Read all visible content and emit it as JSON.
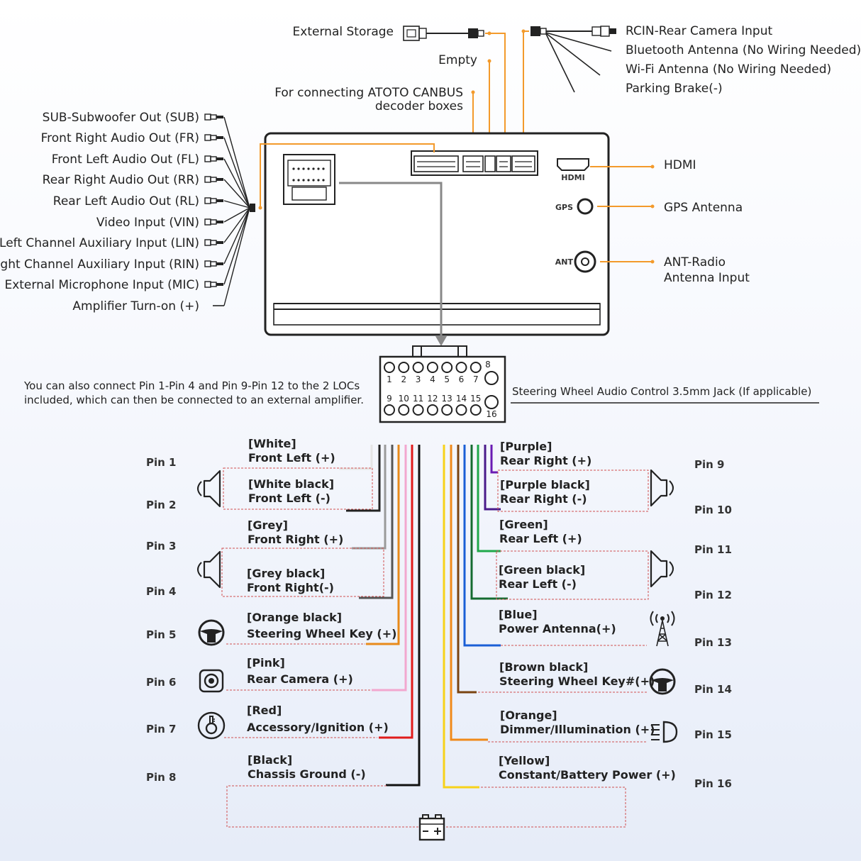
{
  "top": {
    "external_storage": "External Storage",
    "empty": "Empty",
    "canbus_line1": "For connecting ATOTO CANBUS",
    "canbus_line2": "decoder boxes",
    "rcin": "RCIN-Rear Camera Input",
    "bluetooth": "Bluetooth Antenna (No Wiring Needed)",
    "wifi": "Wi-Fi Antenna (No Wiring Needed)",
    "parking": "Parking Brake(-)"
  },
  "left_outputs": [
    "SUB-Subwoofer Out (SUB)",
    "Front Right Audio Out (FR)",
    "Front Left Audio Out (FL)",
    "Rear Right Audio Out (RR)",
    "Rear Left Audio Out (RL)",
    "Video Input (VIN)",
    "Left Channel Auxiliary Input (LIN)",
    "Right Channel Auxiliary Input (RIN)",
    "External Microphone Input (MIC)",
    "Amplifier Turn-on (+)"
  ],
  "right_ports": {
    "hdmi": "HDMI",
    "gps": "GPS Antenna",
    "ant_line1": "ANT-Radio",
    "ant_line2": "Antenna Input",
    "hdmi_tag": "HDMI",
    "gps_tag": "GPS",
    "ant_tag": "ANT"
  },
  "connector": {
    "top_nums": [
      "1",
      "2",
      "3",
      "4",
      "5",
      "6",
      "7"
    ],
    "bottom_nums": [
      "9",
      "10",
      "11",
      "12",
      "13",
      "14",
      "15"
    ],
    "pin8": "8",
    "pin16": "16"
  },
  "notes": {
    "loc_line1": "You can also connect Pin 1-Pin 4 and Pin 9-Pin 12 to the 2 LOCs",
    "loc_line2": "included, which can then be connected to an external amplifier.",
    "steering_jack": "Steering Wheel Audio Control 3.5mm Jack (If applicable)"
  },
  "left_pins": [
    {
      "pin": "Pin 1",
      "color_label": "[White]",
      "function": "Front Left (+)",
      "color": "#e6e6e6"
    },
    {
      "pin": "Pin 2",
      "color_label": "[White black]",
      "function": "Front Left (-)",
      "color": "#222222"
    },
    {
      "pin": "Pin 3",
      "color_label": "[Grey]",
      "function": "Front Right (+)",
      "color": "#9a9a9a"
    },
    {
      "pin": "Pin 4",
      "color_label": "[Grey black]",
      "function": "Front Right(-)",
      "color": "#555555"
    },
    {
      "pin": "Pin 5",
      "color_label": "[Orange black]",
      "function": "Steering Wheel Key (+)",
      "color": "#e88a1a"
    },
    {
      "pin": "Pin 6",
      "color_label": "[Pink]",
      "function": "Rear Camera (+)",
      "color": "#f2a7cf"
    },
    {
      "pin": "Pin 7",
      "color_label": "[Red]",
      "function": "Accessory/Ignition (+)",
      "color": "#e01b1b"
    },
    {
      "pin": "Pin 8",
      "color_label": "[Black]",
      "function": "Chassis Ground (-)",
      "color": "#111111"
    }
  ],
  "right_pins": [
    {
      "pin": "Pin 9",
      "color_label": "[Purple]",
      "function": "Rear Right (+)",
      "color": "#6a1bb3"
    },
    {
      "pin": "Pin 10",
      "color_label": "[Purple black]",
      "function": "Rear Right (-)",
      "color": "#4a1a8a"
    },
    {
      "pin": "Pin 11",
      "color_label": "[Green]",
      "function": "Rear Left (+)",
      "color": "#1fa84a"
    },
    {
      "pin": "Pin 12",
      "color_label": "[Green black]",
      "function": "Rear Left (-)",
      "color": "#156b30"
    },
    {
      "pin": "Pin 13",
      "color_label": "[Blue]",
      "function": "Power Antenna(+)",
      "color": "#1a5fd6"
    },
    {
      "pin": "Pin 14",
      "color_label": "[Brown black]",
      "function": "Steering Wheel Key#(+)",
      "color": "#7a4310"
    },
    {
      "pin": "Pin 15",
      "color_label": "[Orange]",
      "function": "Dimmer/Illumination (+)",
      "color": "#f08a1a"
    },
    {
      "pin": "Pin 16",
      "color_label": "[Yellow]",
      "function": "Constant/Battery Power (+)",
      "color": "#f7d21a"
    }
  ],
  "icons": {
    "speaker": "speaker-icon",
    "steering": "steering-wheel-icon",
    "camera": "camera-icon",
    "key": "ignition-key-icon",
    "antenna": "antenna-icon",
    "dimmer": "headlight-icon",
    "battery": "battery-icon"
  },
  "colors": {
    "accent": "#f39a2b",
    "line": "#222222",
    "dash": "#d05050"
  }
}
